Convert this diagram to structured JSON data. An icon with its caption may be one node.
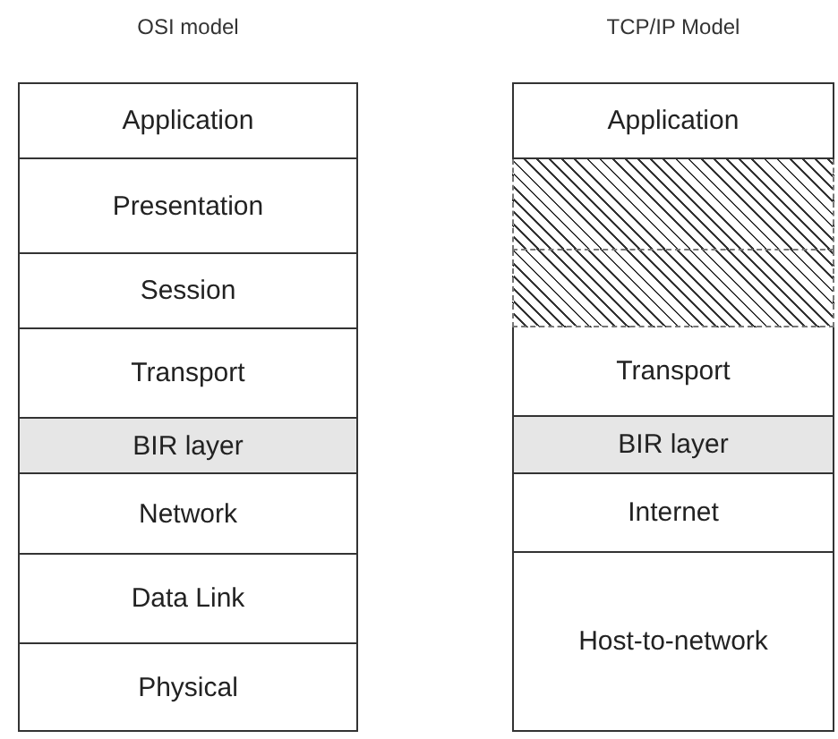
{
  "diagram": {
    "nodes": [
      {
        "text": [
          "OSI model"
        ]
      },
      {
        "text": [
          "Application"
        ],
        "in": 0
      },
      {
        "text": [
          "Presentation"
        ],
        "in": 0
      },
      {
        "text": [
          "Session"
        ],
        "in": 0
      },
      {
        "text": [
          "Transport"
        ],
        "in": 0
      },
      {
        "text": [
          "BIR layer"
        ],
        "in": 0
      },
      {
        "text": [
          "Network"
        ],
        "in": 0
      },
      {
        "text": [
          "Data Link"
        ],
        "in": 0
      },
      {
        "text": [
          "Physical"
        ],
        "in": 0
      },
      {
        "text": [
          "TCP/IP Model"
        ]
      },
      {
        "text": [
          "Application"
        ],
        "in": 9
      },
      {
        "text": [],
        "shape": "box",
        "in": 9
      },
      {
        "text": [],
        "shape": "box",
        "in": 9
      },
      {
        "text": [
          "Transport"
        ],
        "in": 9
      },
      {
        "text": [
          "BIR layer"
        ],
        "in": 9
      },
      {
        "text": [
          "Internet"
        ],
        "in": 9
      },
      {
        "text": [
          "Host-to-network"
        ],
        "in": 9
      }
    ],
    "edges": []
  }
}
